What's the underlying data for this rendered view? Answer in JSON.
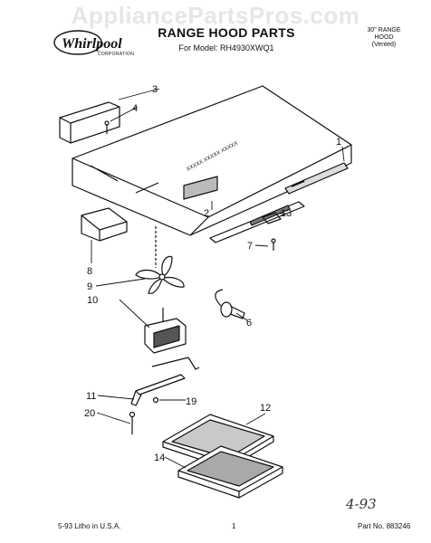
{
  "watermark": "AppliancePartsPros.com",
  "brand": {
    "name": "Whirlpool",
    "sub": "CORPORATION"
  },
  "title": "RANGE HOOD PARTS",
  "model": "For Model: RH4930XWQ1",
  "spec": [
    "30\" RANGE",
    "HOOD",
    "(Vented)"
  ],
  "hood_panel_text": "XXXXX XXXXX XXXXX",
  "callouts": [
    "1",
    "2",
    "3",
    "4",
    "6",
    "7",
    "8",
    "9",
    "10",
    "11",
    "12",
    "13",
    "14",
    "19",
    "20"
  ],
  "footer": {
    "left": "5-93  Litho in U.S.A.",
    "page": "1",
    "part": "Part No. 883246"
  },
  "handnote": "4-93"
}
